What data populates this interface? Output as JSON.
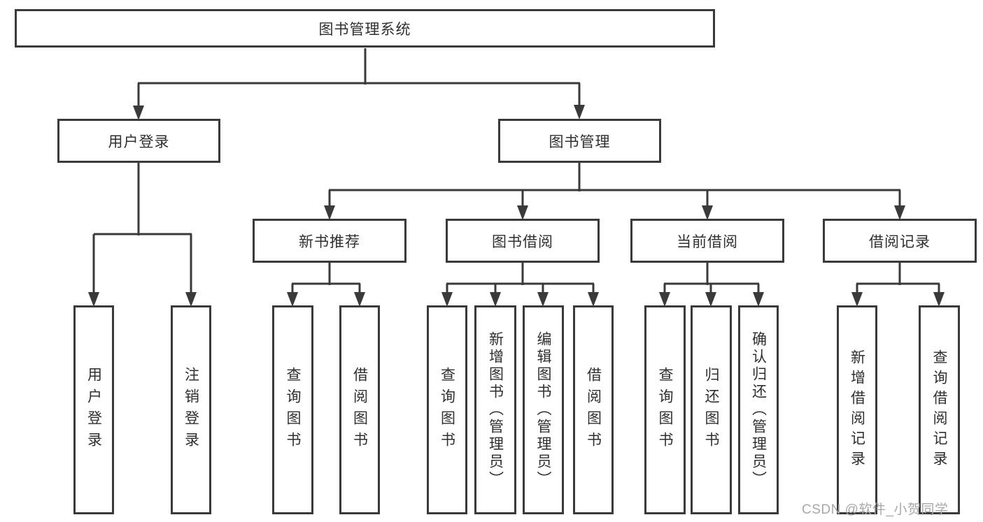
{
  "diagram": {
    "root": "图书管理系统",
    "tree": [
      {
        "label": "用户登录",
        "children": [
          "用户登录",
          "注销登录"
        ]
      },
      {
        "label": "图书管理",
        "children": [
          {
            "label": "新书推荐",
            "children": [
              "查询图书",
              "借阅图书"
            ]
          },
          {
            "label": "图书借阅",
            "children": [
              "查询图书",
              "新增图书（管理员）",
              "编辑图书（管理员）",
              "借阅图书"
            ]
          },
          {
            "label": "当前借阅",
            "children": [
              "查询图书",
              "归还图书",
              "确认归还（管理员）"
            ]
          },
          {
            "label": "借阅记录",
            "children": [
              "新增借阅记录",
              "查询借阅记录"
            ]
          }
        ]
      }
    ]
  },
  "watermark": "CSDN @软件_小贺同学",
  "colors": {
    "line": "#3a3a3a",
    "text": "#2f2f2f",
    "background": "#ffffff",
    "watermark": "#a9a7a7"
  }
}
